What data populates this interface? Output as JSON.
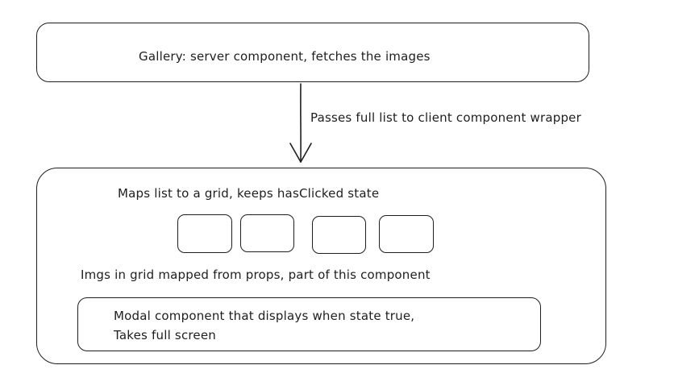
{
  "diagram": {
    "gallery_box": {
      "label": "Gallery: server component, fetches the images"
    },
    "arrow": {
      "label": "Passes full list to client component wrapper"
    },
    "client_wrapper": {
      "title": "Maps list to a grid, keeps hasClicked state",
      "images_caption": "Imgs in grid mapped from props, part of this component",
      "modal": {
        "line1": "Modal component that displays when state true,",
        "line2": "Takes full screen"
      }
    },
    "stroke_color": "#1e1e1e",
    "background_color": "#ffffff"
  }
}
